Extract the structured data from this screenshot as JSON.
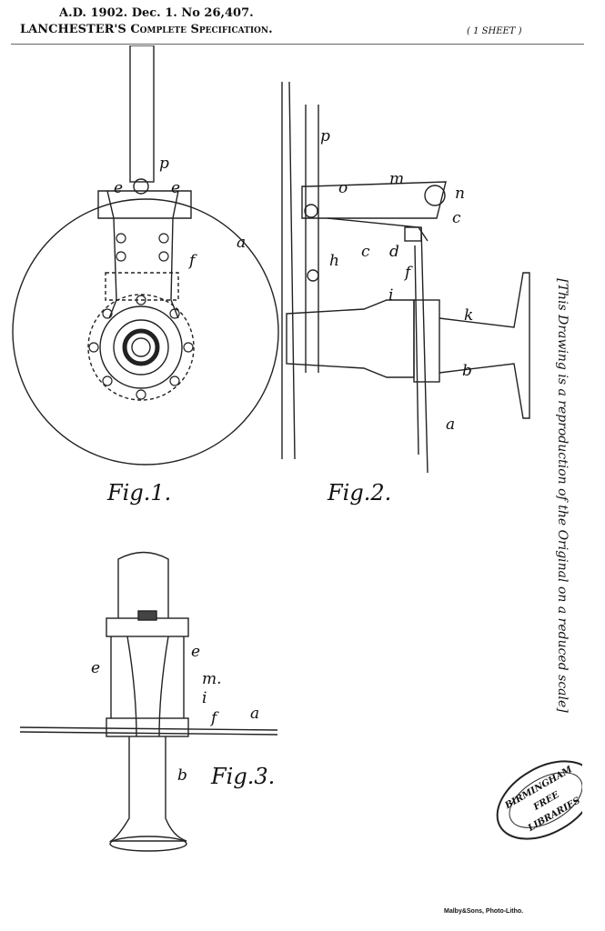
{
  "header": {
    "line1": "A.D. 1902. Dec. 1. No 26,407.",
    "line2": "LANCHESTER'S Complete Specification.",
    "sheet": "( 1 SHEET )"
  },
  "side_note": "[This Drawing is a reproduction of the Original on a reduced scale]",
  "printer": "Malby&Sons, Photo-Litho.",
  "stamp": {
    "line1": "BIRMINGHAM",
    "line2": "FREE",
    "line3": "LIBRARIES"
  },
  "figures": {
    "fig1": {
      "caption": "Fig.1.",
      "labels": {
        "p": "p",
        "e1": "e",
        "e2": "e",
        "a": "a",
        "f": "f"
      }
    },
    "fig2": {
      "caption": "Fig.2.",
      "labels": {
        "p": "p",
        "o": "o",
        "m": "m",
        "n": "n",
        "c1": "c",
        "c2": "c",
        "d": "d",
        "h": "h",
        "f": "f",
        "i": "i",
        "k": "k",
        "b": "b",
        "a": "a"
      }
    },
    "fig3": {
      "caption": "Fig.3.",
      "labels": {
        "e1": "e",
        "e2": "e",
        "m": "m.",
        "i": "i",
        "f": "f",
        "a": "a",
        "b": "b"
      }
    }
  }
}
